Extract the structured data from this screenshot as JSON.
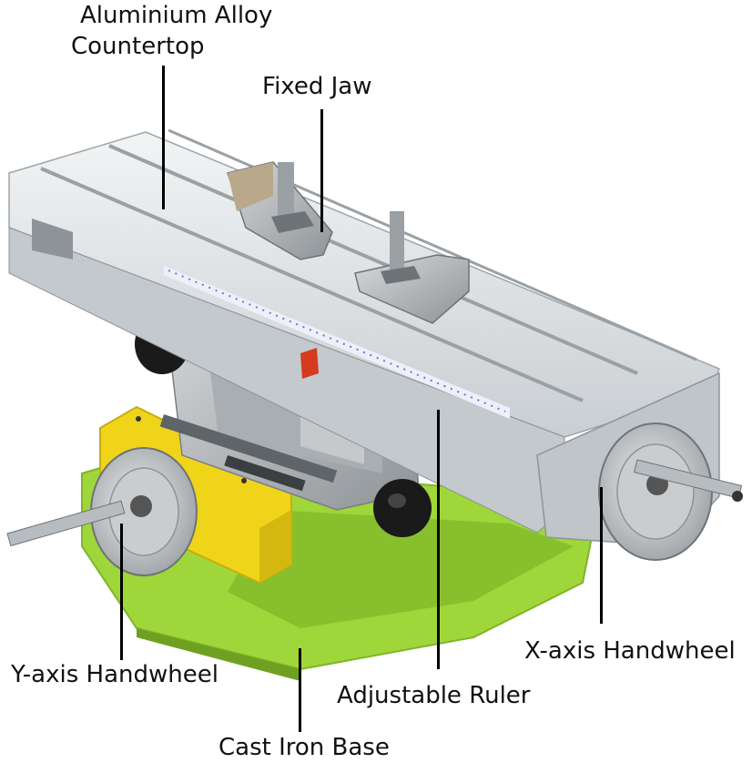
{
  "labels": {
    "countertop_line1": "Aluminium Alloy",
    "countertop_line2": "Countertop",
    "fixed_jaw": "Fixed Jaw",
    "y_handwheel": "Y-axis Handwheel",
    "x_handwheel": "X-axis Handwheel",
    "ruler": "Adjustable Ruler",
    "base": "Cast Iron Base"
  },
  "colors": {
    "base_green": "#9fd63a",
    "yellow_plate": "#f0d41a",
    "aluminium": "#d9dde0",
    "steel": "#b7bcc0",
    "knob": "#1a1a1a",
    "ruler_mark": "#7a6fd6",
    "pointer": "#d63a1f"
  }
}
